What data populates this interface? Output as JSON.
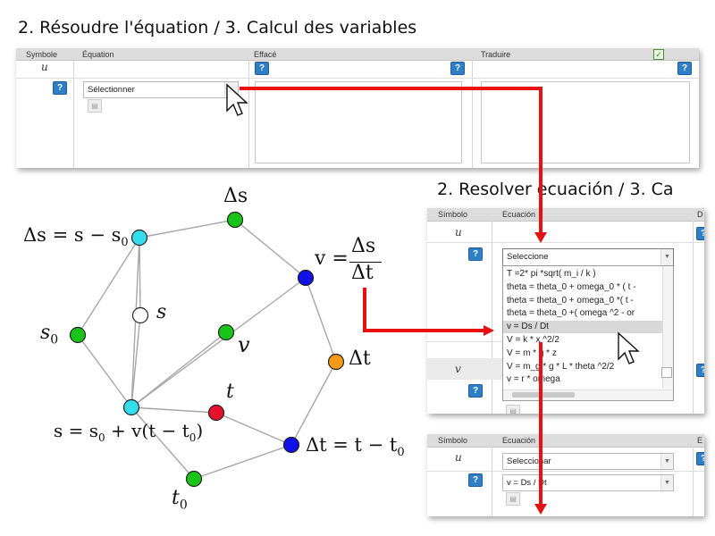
{
  "panel_fr": {
    "title": "2. Résoudre l'équation / 3. Calcul des variables",
    "headers": {
      "symbol": "Symbole",
      "equation": "Équation",
      "erased": "Effacé",
      "translate": "Traduire"
    },
    "symbol_u": "u",
    "select_value": "Sélectionner"
  },
  "panel_es_dropdown": {
    "title": "2. Resolver ecuación / 3. Ca",
    "headers": {
      "symbol": "Símbolo",
      "equation": "Ecuación",
      "col3": "D"
    },
    "symbol_u": "u",
    "symbol_v": "v",
    "select_value": "Seleccione",
    "options": [
      "T =2* pi *sqrt( m_i / k )",
      "theta = theta_0 + omega_0 * ( t -",
      "theta = theta_0 + omega_0 *( t -",
      "theta = theta_0 +( omega ^2 - or",
      "v = Ds / Dt",
      "V = k * x ^2/2",
      "V = m * g * z",
      "V = m_g * g * L * theta ^2/2",
      "v = r * omega"
    ],
    "highlighted_option": "v = Ds / Dt"
  },
  "panel_es_selected": {
    "headers": {
      "symbol": "Símbolo",
      "equation": "Ecuación",
      "col3": "E"
    },
    "symbol_u": "u",
    "select1_value": "Seleccionar",
    "select2_value": "v = Ds / Dt"
  },
  "graph": {
    "labels": {
      "delta_s": "Δs",
      "delta_s_eq": "Δs = s − s",
      "v_eq_lhs": "v =",
      "v_eq_num": "Δs",
      "v_eq_den": "Δt",
      "s": "s",
      "s0": "s",
      "v": "v",
      "delta_t": "Δt",
      "t": "t",
      "s_eq": "s = s",
      "s_eq_rest": " + v(t − t",
      "delta_t_eq": "Δt = t − t",
      "t0": "t",
      "sub0": "0",
      "close_paren": ")"
    },
    "node_colors": {
      "green": "#18c418",
      "cyan": "#33ddee",
      "blue": "#1010e8",
      "orange": "#f59a16",
      "red": "#e8102e",
      "white": "#ffffff"
    }
  },
  "arrow_color": "#e81010"
}
